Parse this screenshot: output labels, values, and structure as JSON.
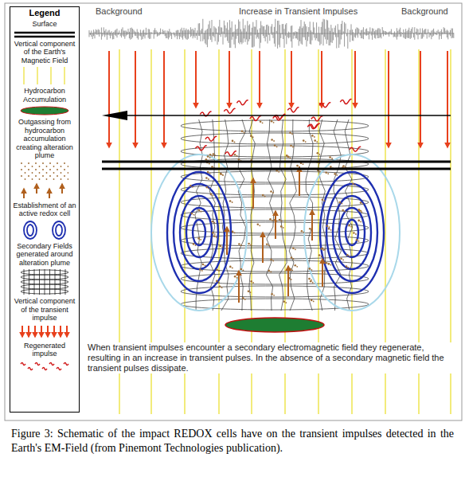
{
  "diagram": {
    "caption": "Figure 3: Schematic of the impact REDOX cells have on the transient impulses detected in the Earth's EM-Field (from Pinemont Technologies publication).",
    "labels": [
      "Legend",
      "Background",
      "Increase in Transient Impulses",
      "Background",
      "When transient impulses encounter a secondary electromagnetic field they regenerate, resulting in an increase in transient pulses. In the absence of a secondary magnetic field the transient pulses dissipate."
    ],
    "legend": [
      {
        "text": "Surface"
      },
      {
        "text": "Vertical component of the Earth's Magnetic Field"
      },
      {
        "text": "Hydrocarbon Accumulation"
      },
      {
        "text": "Outgassing from hydrocarbon accumulation creating alteration plume"
      },
      {
        "text": "Establishment of an active redox cell"
      },
      {
        "text": "Secondary Fields generated around alteration plume"
      },
      {
        "text": "Vertical component of the transient impulse"
      },
      {
        "text": "Regenerated impulse"
      }
    ]
  }
}
